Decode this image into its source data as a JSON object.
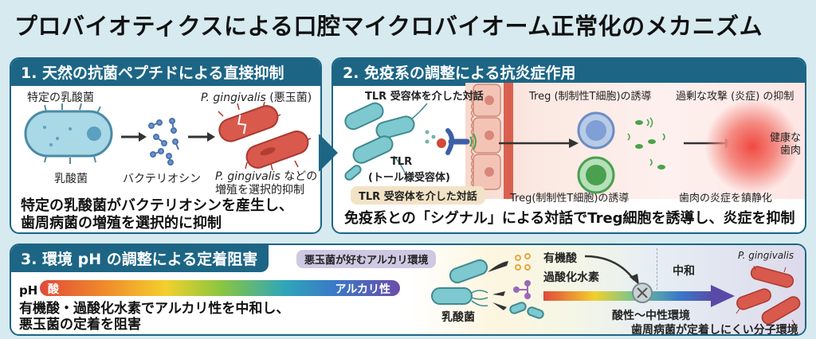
{
  "title": "プロバイオティクスによる口腔マイクロバイオーム正常化のメカニズム",
  "colors": {
    "background": "#d6eaf0",
    "panel_header": "#1d6585",
    "lactobacillus": "#7ec8cf",
    "pathogen": "#d9594c",
    "ph_acid": "#e04a3a",
    "ph_alkaline": "#6a4ea8"
  },
  "panel1": {
    "header": "1. 天然の抗菌ペプチドによる直接抑制",
    "label_top_left": "特定の乳酸菌",
    "label_top_right_italic": "P. gingivalis",
    "label_top_right_suffix": " (悪玉菌)",
    "label_lactobacillus": "乳酸菌",
    "label_bacteriocin": "バクテリオシン",
    "label_result_italic": "P. gingivalis",
    "label_result_line1": " などの",
    "label_result_line2": "増殖を選択的抑制",
    "summary_line1": "特定の乳酸菌がバクテリオシンを産生し、",
    "summary_line2": "歯周病菌の増殖を選択的に抑制"
  },
  "panel2": {
    "header": "2. 免疫系の調整による抗炎症作用",
    "label_tlr_dialog_top": "TLR 受容体を介した対話",
    "label_treg_top": "Treg (制制性T細胞)の誘導",
    "label_suppress": "過剰な攻撃 (炎症) の抑制",
    "label_tlr": "TLR",
    "label_tlr_full": "(トール様受容体)",
    "tag_tlr_dialog": "TLR 受容体を介した対話",
    "label_treg_bottom": "Treg(制制性T細胞)の誘導",
    "label_calm": "歯肉の炎症を鎮静化",
    "label_healthy_line1": "健康な",
    "label_healthy_line2": "歯肉",
    "summary": "免疫系との「シグナル」による対話でTreg細胞を誘導し、炎症を抑制"
  },
  "panel3": {
    "header": "3. 環境 pH の調整による定着阻害",
    "badge_alkaline_env": "悪玉菌が好むアルカリ環境",
    "ph_label": "pH",
    "ph_acid": "酸",
    "ph_alkaline": "アルカリ性",
    "summary_line1": "有機酸・過酸化水素でアルカリ性を中和し、",
    "summary_line2": "悪玉菌の定着を阻害",
    "label_lactobacillus": "乳酸菌",
    "label_organic_acid": "有機酸",
    "label_h2o2": "過酸化水素",
    "label_neutralize": "中和",
    "label_pathogen_italic": "P. gingivalis",
    "label_env": "酸性〜中性環境",
    "label_env_result": "歯周病菌が定着しにくい分子環境"
  }
}
